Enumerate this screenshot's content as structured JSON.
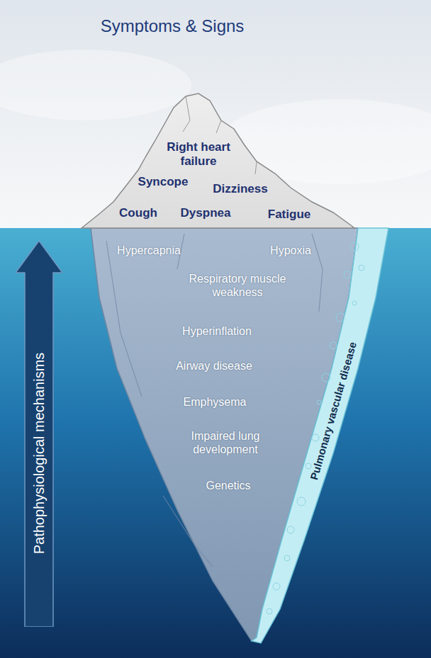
{
  "diagram": {
    "title": "Symptoms & Signs",
    "nodes": [
      {
        "text": [
          "Pathophysiological mechanisms"
        ]
      },
      {
        "text": [
          "Pulmonary vascular disease"
        ]
      }
    ],
    "labels": [
      "Right heart failure",
      "Syncope",
      "Dizziness",
      "Cough",
      "Dyspnea",
      "Fatigue",
      "Hypercapnia",
      "Hypoxia",
      "Respiratory muscle weakness",
      "Hyperinflation",
      "Airway disease",
      "Emphysema",
      "Impaired lung development",
      "Genetics"
    ]
  }
}
